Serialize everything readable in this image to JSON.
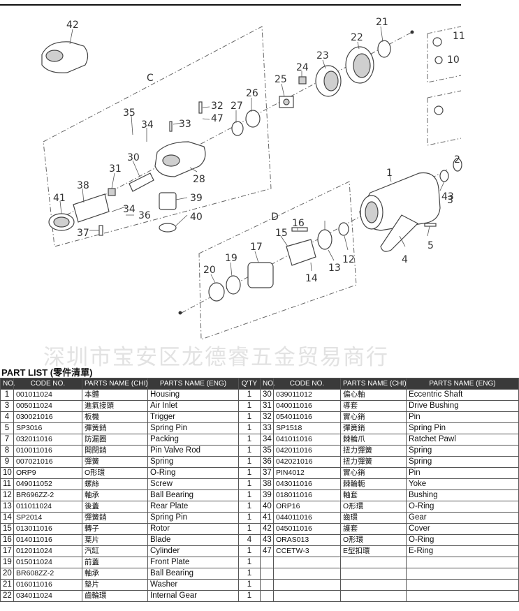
{
  "diagram": {
    "group_labels": [
      "C",
      "D"
    ],
    "callouts": [
      "1",
      "2",
      "3",
      "4",
      "5",
      "10",
      "11",
      "12",
      "13",
      "14",
      "15",
      "16",
      "17",
      "19",
      "20",
      "21",
      "22",
      "23",
      "24",
      "25",
      "26",
      "27",
      "28",
      "30",
      "31",
      "32",
      "33",
      "34",
      "35",
      "36",
      "37",
      "38",
      "39",
      "40",
      "41",
      "42",
      "43",
      "47"
    ]
  },
  "watermark": "深圳市宝安区龙德睿五金贸易商行",
  "part_list": {
    "title": "PART LIST (零件清單)",
    "headers": [
      "NO.",
      "CODE NO.",
      "PARTS NAME (CHI)",
      "PARTS NAME (ENG)",
      "Q'TY",
      "NO.",
      "CODE NO.",
      "PARTS NAME (CHI)",
      "PARTS NAME (ENG)"
    ],
    "rows": [
      {
        "left": [
          "1",
          "001011024",
          "本體",
          "Housing",
          "1"
        ],
        "right": [
          "30",
          "039011012",
          "偏心軸",
          "Eccentric Shaft"
        ]
      },
      {
        "left": [
          "3",
          "005011024",
          "進氣接頭",
          "Air Inlet",
          "1"
        ],
        "right": [
          "31",
          "040011016",
          "導套",
          "Drive Bushing"
        ]
      },
      {
        "left": [
          "4",
          "030021016",
          "板機",
          "Trigger",
          "1"
        ],
        "right": [
          "32",
          "054011016",
          "實心銷",
          "Pin"
        ]
      },
      {
        "left": [
          "5",
          "SP3016",
          "彈簧銷",
          "Spring Pin",
          "1"
        ],
        "right": [
          "33",
          "SP1518",
          "彈簧銷",
          "Spring Pin"
        ]
      },
      {
        "left": [
          "7",
          "032011016",
          "防漏圈",
          "Packing",
          "1"
        ],
        "right": [
          "34",
          "041011016",
          "棘輪爪",
          "Ratchet Pawl"
        ]
      },
      {
        "left": [
          "8",
          "010011016",
          "開閉銷",
          "Pin Valve Rod",
          "1"
        ],
        "right": [
          "35",
          "042011016",
          "扭力彈簧",
          "Spring"
        ]
      },
      {
        "left": [
          "9",
          "007021016",
          "彈簧",
          "Spring",
          "1"
        ],
        "right": [
          "36",
          "042021016",
          "扭力彈簧",
          "Spring"
        ]
      },
      {
        "left": [
          "10",
          "ORP9",
          "O形環",
          "O-Ring",
          "1"
        ],
        "right": [
          "37",
          "PIN4012",
          "實心銷",
          "Pin"
        ]
      },
      {
        "left": [
          "11",
          "049011052",
          "螺絲",
          "Screw",
          "1"
        ],
        "right": [
          "38",
          "043011016",
          "棘輪軛",
          "Yoke"
        ]
      },
      {
        "left": [
          "12",
          "BR696ZZ-2",
          "軸承",
          "Ball Bearing",
          "1"
        ],
        "right": [
          "39",
          "018011016",
          "軸套",
          "Bushing"
        ]
      },
      {
        "left": [
          "13",
          "011011024",
          "後蓋",
          "Rear Plate",
          "1"
        ],
        "right": [
          "40",
          "ORP16",
          "O形環",
          "O-Ring"
        ]
      },
      {
        "left": [
          "14",
          "SP2014",
          "彈簧銷",
          "Spring Pin",
          "1"
        ],
        "right": [
          "41",
          "044011016",
          "齒環",
          "Gear"
        ]
      },
      {
        "left": [
          "15",
          "013011016",
          "轉子",
          "Rotor",
          "1"
        ],
        "right": [
          "42",
          "045011016",
          "護套",
          "Cover"
        ]
      },
      {
        "left": [
          "16",
          "014011016",
          "葉片",
          "Blade",
          "4"
        ],
        "right": [
          "43",
          "ORAS013",
          "O形環",
          "O-Ring"
        ]
      },
      {
        "left": [
          "17",
          "012011024",
          "汽缸",
          "Cylinder",
          "1"
        ],
        "right": [
          "47",
          "CCETW-3",
          "E型扣環",
          "E-Ring"
        ]
      },
      {
        "left": [
          "19",
          "015011024",
          "前蓋",
          "Front Plate",
          "1"
        ],
        "right": [
          "",
          "",
          "",
          ""
        ]
      },
      {
        "left": [
          "20",
          "BR608ZZ-2",
          "軸承",
          "Ball Bearing",
          "1"
        ],
        "right": [
          "",
          "",
          "",
          ""
        ]
      },
      {
        "left": [
          "21",
          "016011016",
          "墊片",
          "Washer",
          "1"
        ],
        "right": [
          "",
          "",
          "",
          ""
        ]
      },
      {
        "left": [
          "22",
          "034011024",
          "齒輪環",
          "Internal Gear",
          "1"
        ],
        "right": [
          "",
          "",
          "",
          ""
        ]
      }
    ]
  }
}
